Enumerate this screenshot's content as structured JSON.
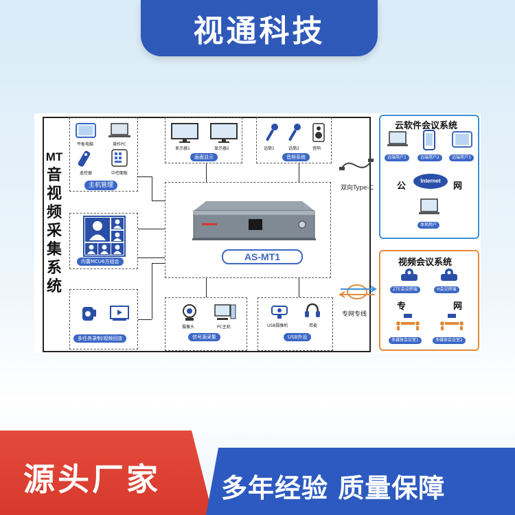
{
  "header": {
    "brand": "视通科技"
  },
  "system": {
    "title_mt": "MT",
    "title_chars": [
      "音",
      "视",
      "频",
      "采",
      "集",
      "系",
      "统"
    ]
  },
  "groups": {
    "host": {
      "label": "主机管理",
      "items": [
        "平板电脑",
        "操作PC",
        "遥控器",
        "中控面板"
      ]
    },
    "display": {
      "label": "画面显示",
      "items": [
        "显示器1",
        "显示器2"
      ]
    },
    "audio": {
      "label": "音频系统",
      "items": [
        "话筒1",
        "话筒2",
        "音响"
      ]
    },
    "mcu": {
      "label": "内置MCU6方组会"
    },
    "record": {
      "label": "多任务录制/视频回放"
    },
    "signal": {
      "label": "信号源采集",
      "items": [
        "摄像头",
        "PC主机"
      ]
    },
    "usb": {
      "label": "USB外设",
      "items": [
        "USB摄像机",
        "耳麦"
      ]
    }
  },
  "device": {
    "model": "AS-MT1"
  },
  "links": {
    "typec": "双向Type-C",
    "private_line": "专网专线"
  },
  "cloud": {
    "title": "云软件会议系统",
    "users": [
      "远端用户1",
      "远端用户2",
      "远端用户3"
    ],
    "public_left": "公",
    "public_right": "网",
    "internet": "Internet",
    "local_user": "本地用户"
  },
  "video": {
    "title": "视频会议系统",
    "terminals": [
      "ZTE会议终端",
      "H会议终端"
    ],
    "private_left": "专",
    "private_right": "网",
    "rooms": [
      "多媒体会议室1",
      "多媒体会议室2"
    ]
  },
  "footer": {
    "left": "源头厂家",
    "right": "多年经验 质量保障"
  },
  "colors": {
    "blue": "#2f59b8",
    "red": "#e44a3b",
    "orange": "#e08a3a",
    "cloud_border": "#3b8fd6"
  }
}
